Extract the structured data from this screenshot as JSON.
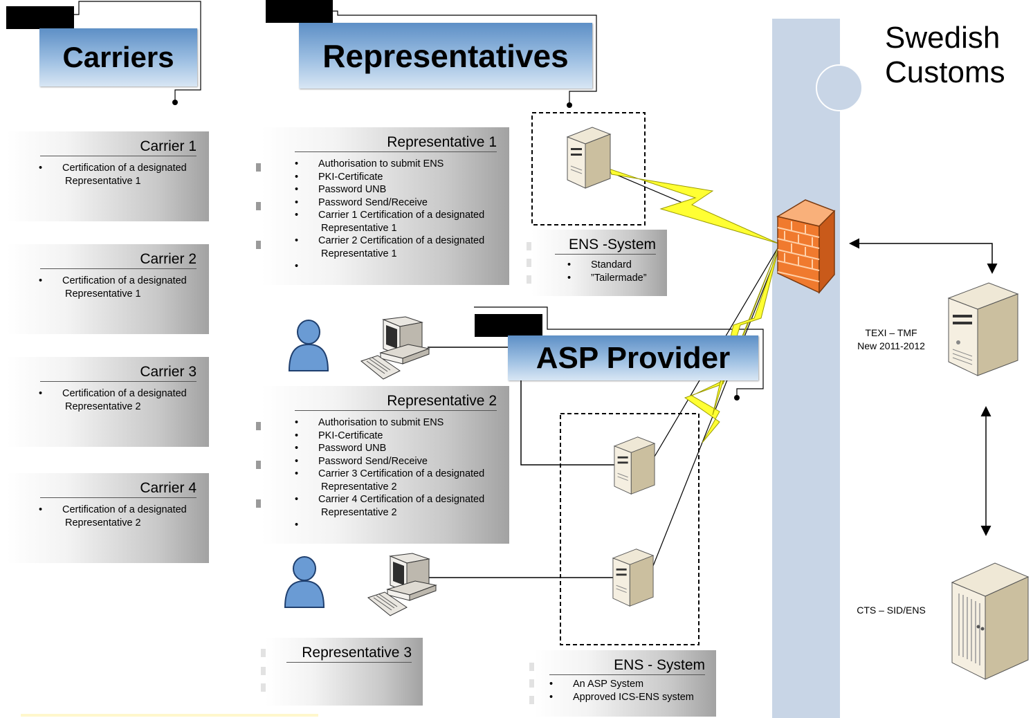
{
  "headers": {
    "carriers": "Carriers",
    "representatives": "Representatives",
    "asp_provider": "ASP Provider"
  },
  "customs": {
    "title_line1": "Swedish",
    "title_line2": "Customs",
    "server1_line1": "TEXI – TMF",
    "server1_line2": "New 2011-2012",
    "server2_label": "CTS – SID/ENS"
  },
  "carriers": [
    {
      "title": "Carrier 1",
      "item": "Certification of a designated",
      "item_cont": "Representative 1"
    },
    {
      "title": "Carrier 2",
      "item": "Certification of a designated",
      "item_cont": "Representative 1"
    },
    {
      "title": "Carrier 3",
      "item": "Certification of a designated",
      "item_cont": "Representative 2"
    },
    {
      "title": "Carrier 4",
      "item": "Certification of a designated",
      "item_cont": "Representative 2"
    }
  ],
  "representatives": [
    {
      "title": "Representative 1",
      "items": [
        "Authorisation to submit ENS",
        "PKI-Certificate",
        "Password UNB",
        "Password Send/Receive",
        "Carrier 1 Certification of a designated",
        "Carrier 2 Certification of a designated"
      ],
      "conts": [
        "Representative 1",
        "Representative 1"
      ]
    },
    {
      "title": "Representative 2",
      "items": [
        "Authorisation to submit ENS",
        "PKI-Certificate",
        "Password UNB",
        "Password Send/Receive",
        "Carrier 3 Certification of a designated",
        "Carrier 4 Certification of a designated"
      ],
      "conts": [
        "Representative 2",
        "Representative 2"
      ]
    },
    {
      "title": "Representative 3"
    }
  ],
  "ens_systems": [
    {
      "title": "ENS -System",
      "items": [
        "Standard",
        "”Tailermade”"
      ]
    },
    {
      "title": "ENS - System",
      "items": [
        "An ASP System",
        "Approved ICS-ENS system"
      ]
    }
  ],
  "colors": {
    "header_blue": "#7aa7d6",
    "customs_band": "#c8d5e6",
    "firewall": "#f07a2e",
    "lightning": "#ffff33"
  },
  "icons": [
    "server-icon",
    "firewall-icon",
    "person-icon",
    "workstation-icon",
    "lightning-icon",
    "tower-server-icon"
  ]
}
